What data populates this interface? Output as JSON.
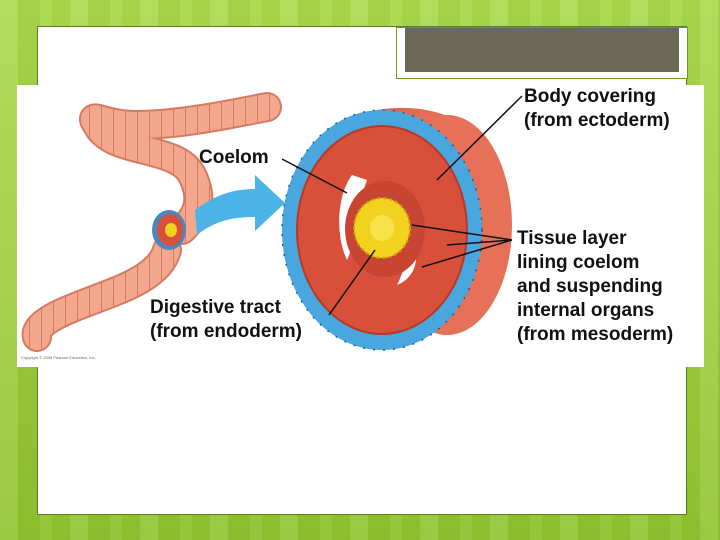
{
  "labels": {
    "coelom": "Coelom",
    "body_covering_1": "Body covering",
    "body_covering_2": "(from ectoderm)",
    "tissue_1": "Tissue layer",
    "tissue_2": "lining coelom",
    "tissue_3": "and suspending",
    "tissue_4": "internal organs",
    "tissue_5": "(from mesoderm)",
    "digestive_1": "Digestive tract",
    "digestive_2": "(from endoderm)"
  },
  "copyright": "Copyright © 2008 Pearson Education, Inc.",
  "colors": {
    "background": "#9ccf3c",
    "title_bar": "#6b6955",
    "worm": "#f3a78c",
    "mesoderm": "#d8503a",
    "ectoderm": "#49a6de",
    "endoderm": "#f2d21e",
    "arrow": "#4bb3e6"
  }
}
